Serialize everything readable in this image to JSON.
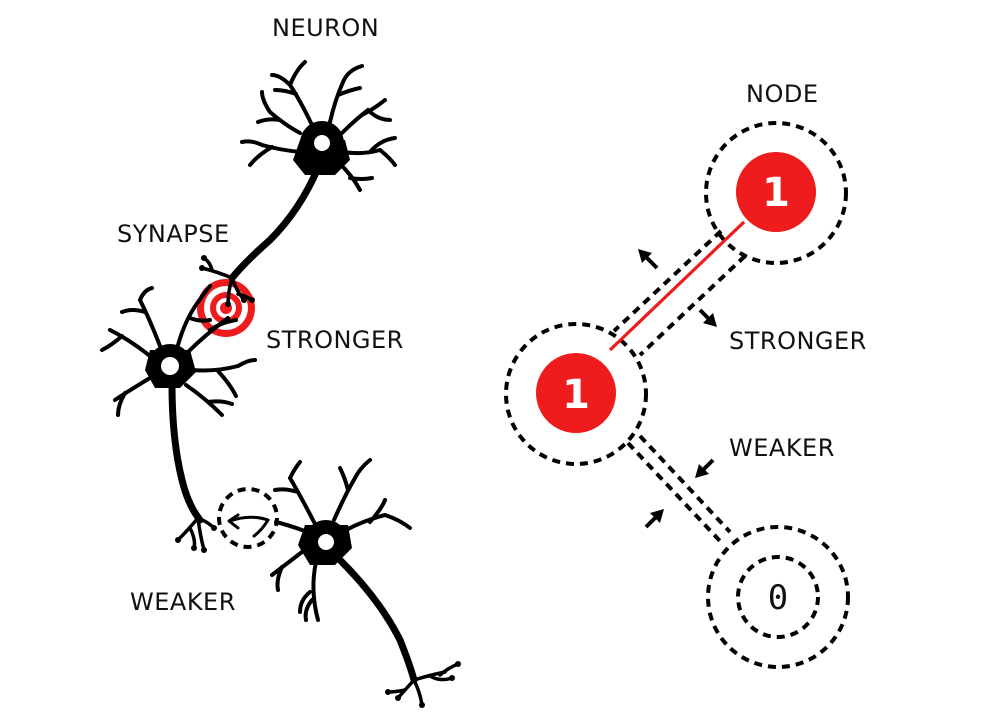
{
  "left_panel": {
    "title": "NEURON",
    "synapse_label": "SYNAPSE",
    "stronger_label": "STRONGER",
    "weaker_label": "WEAKER"
  },
  "right_panel": {
    "title": "NODE",
    "stronger_label": "STRONGER",
    "weaker_label": "WEAKER",
    "nodes": [
      {
        "id": "top",
        "value": "1",
        "active": true
      },
      {
        "id": "middle",
        "value": "1",
        "active": true
      },
      {
        "id": "bottom",
        "value": "0",
        "active": false
      }
    ]
  },
  "colors": {
    "accent": "#ee1c1c",
    "ink": "#000000",
    "background": "#ffffff"
  }
}
